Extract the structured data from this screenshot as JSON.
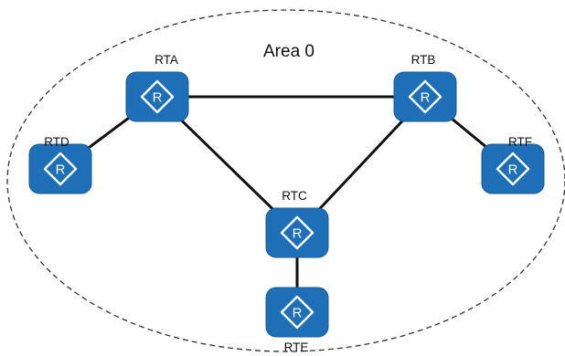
{
  "diagram": {
    "area_label": "Area 0",
    "router_glyph": "R",
    "routers": [
      {
        "id": "rta",
        "label": "RTA"
      },
      {
        "id": "rtb",
        "label": "RTB"
      },
      {
        "id": "rtc",
        "label": "RTC"
      },
      {
        "id": "rtd",
        "label": "RTD"
      },
      {
        "id": "rte",
        "label": "RTE"
      },
      {
        "id": "rtf",
        "label": "RTF"
      }
    ],
    "links": [
      {
        "from": "RTA",
        "to": "RTB"
      },
      {
        "from": "RTA",
        "to": "RTC"
      },
      {
        "from": "RTB",
        "to": "RTC"
      },
      {
        "from": "RTA",
        "to": "RTD"
      },
      {
        "from": "RTB",
        "to": "RTF"
      },
      {
        "from": "RTC",
        "to": "RTE"
      }
    ],
    "colors": {
      "router_fill": "#1e6fb5",
      "router_icon": "#ffffff",
      "link": "#111111",
      "area_border": "#333333"
    }
  }
}
